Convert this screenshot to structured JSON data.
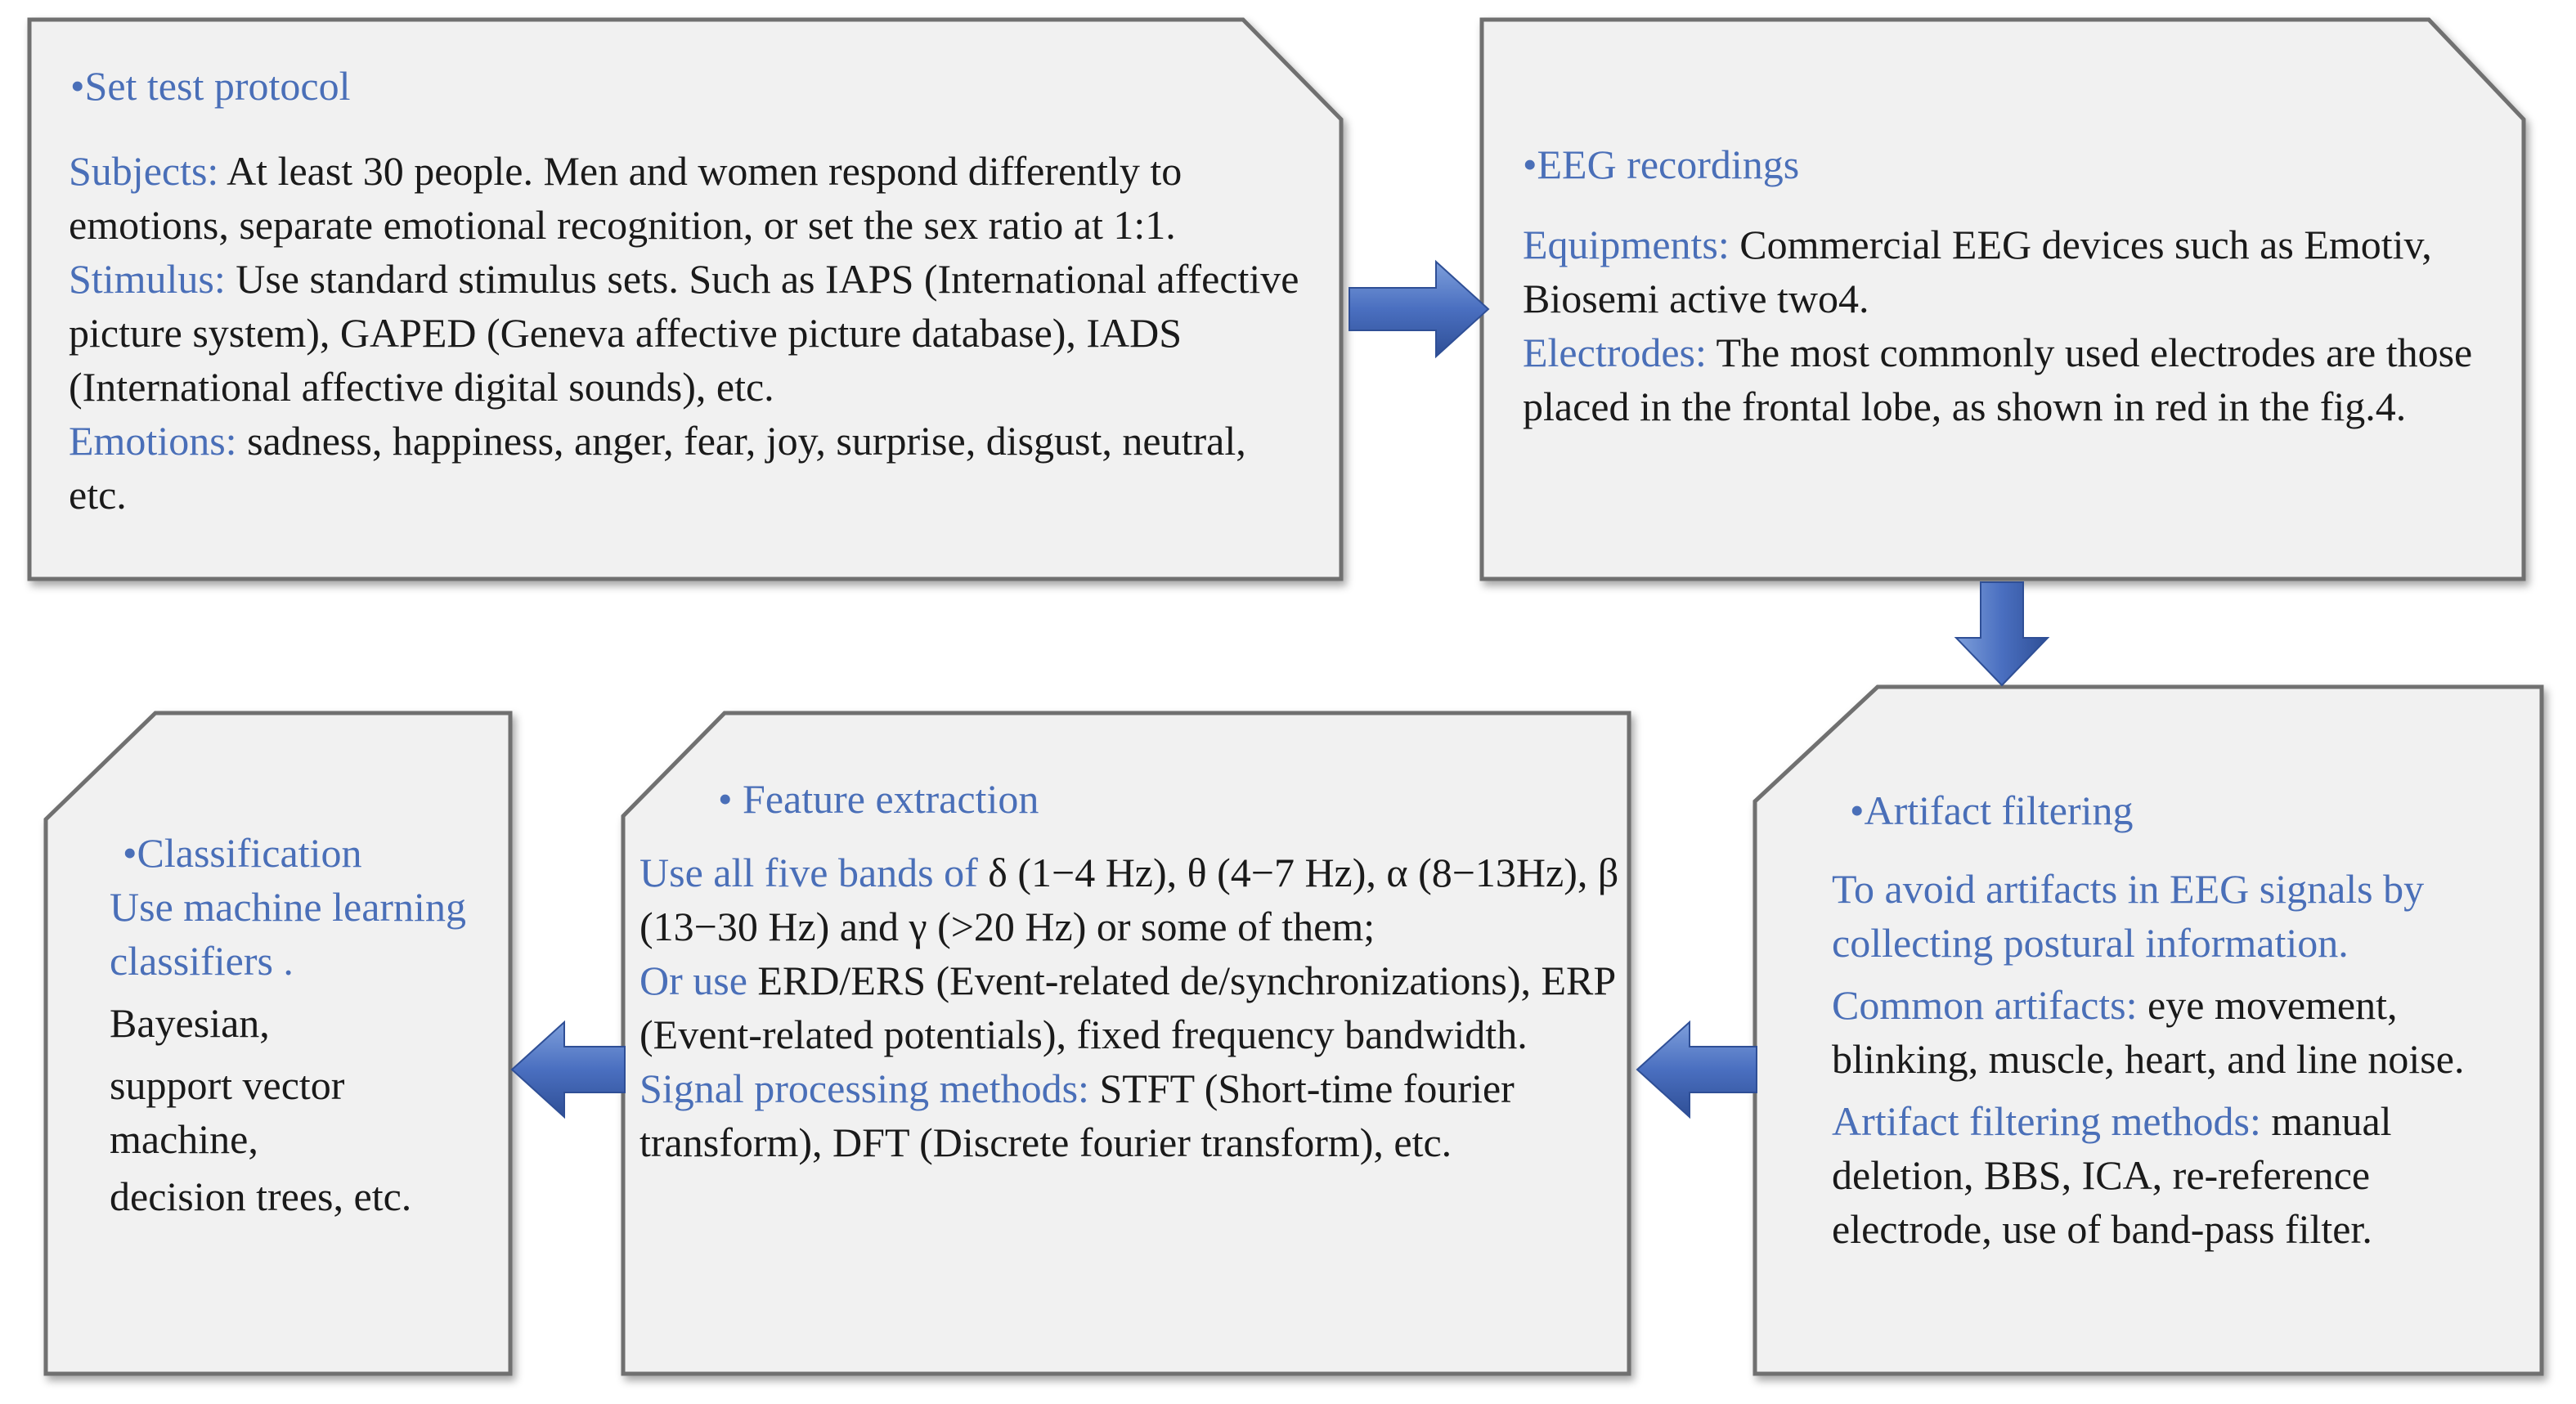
{
  "colors": {
    "box_fill": "#f1f1f1",
    "box_border": "#7a7a7a",
    "accent_text": "#4a6fb8",
    "arrow": "#4a6fb8"
  },
  "boxes": {
    "protocol": {
      "title": "Set test protocol",
      "subjects_label": "Subjects:",
      "subjects_text": " At least 30 people. Men and women respond differently to emotions, separate emotional recognition, or set the sex ratio at 1:1.",
      "stimulus_label": "Stimulus:",
      "stimulus_text": " Use standard stimulus sets. Such as IAPS (International affective picture system), GAPED (Geneva affective picture database), IADS (International affective digital sounds), etc.",
      "emotions_label": "Emotions:",
      "emotions_text": " sadness, happiness, anger, fear, joy, surprise, disgust, neutral, etc."
    },
    "eeg": {
      "title": "EEG recordings",
      "equipments_label": "Equipments:",
      "equipments_text": " Commercial EEG devices such as Emotiv, Biosemi active two4.",
      "electrodes_label": "Electrodes:",
      "electrodes_text": " The most commonly used electrodes are those placed in the frontal lobe, as shown in red in the fig.4."
    },
    "artifact": {
      "title": "Artifact filtering",
      "intro": "To avoid artifacts in EEG signals by collecting postural information.",
      "common_label": "Common artifacts:",
      "common_text": " eye movement, blinking, muscle, heart, and line noise.",
      "methods_label": "Artifact filtering methods:",
      "methods_text": " manual deletion, BBS, ICA, re-reference electrode, use of band-pass filter."
    },
    "feature": {
      "title": "Feature extraction",
      "bands_label": "Use all five bands of",
      "bands_text": " δ (1−4 Hz), θ (4−7 Hz), α (8−13Hz), β (13−30 Hz) and γ (>20 Hz) or some of them;",
      "oruse_label": "Or use",
      "oruse_text": " ERD/ERS (Event-related de/synchronizations), ERP (Event-related potentials), fixed frequency bandwidth.",
      "signal_label": "Signal processing methods:",
      "signal_text": " STFT (Short-time fourier transform), DFT (Discrete fourier transform), etc."
    },
    "classification": {
      "title": "Classification",
      "intro": "Use machine learning classifiers .",
      "line1": "Bayesian,",
      "line2": "support vector machine,",
      "line3": "decision trees, etc."
    }
  }
}
